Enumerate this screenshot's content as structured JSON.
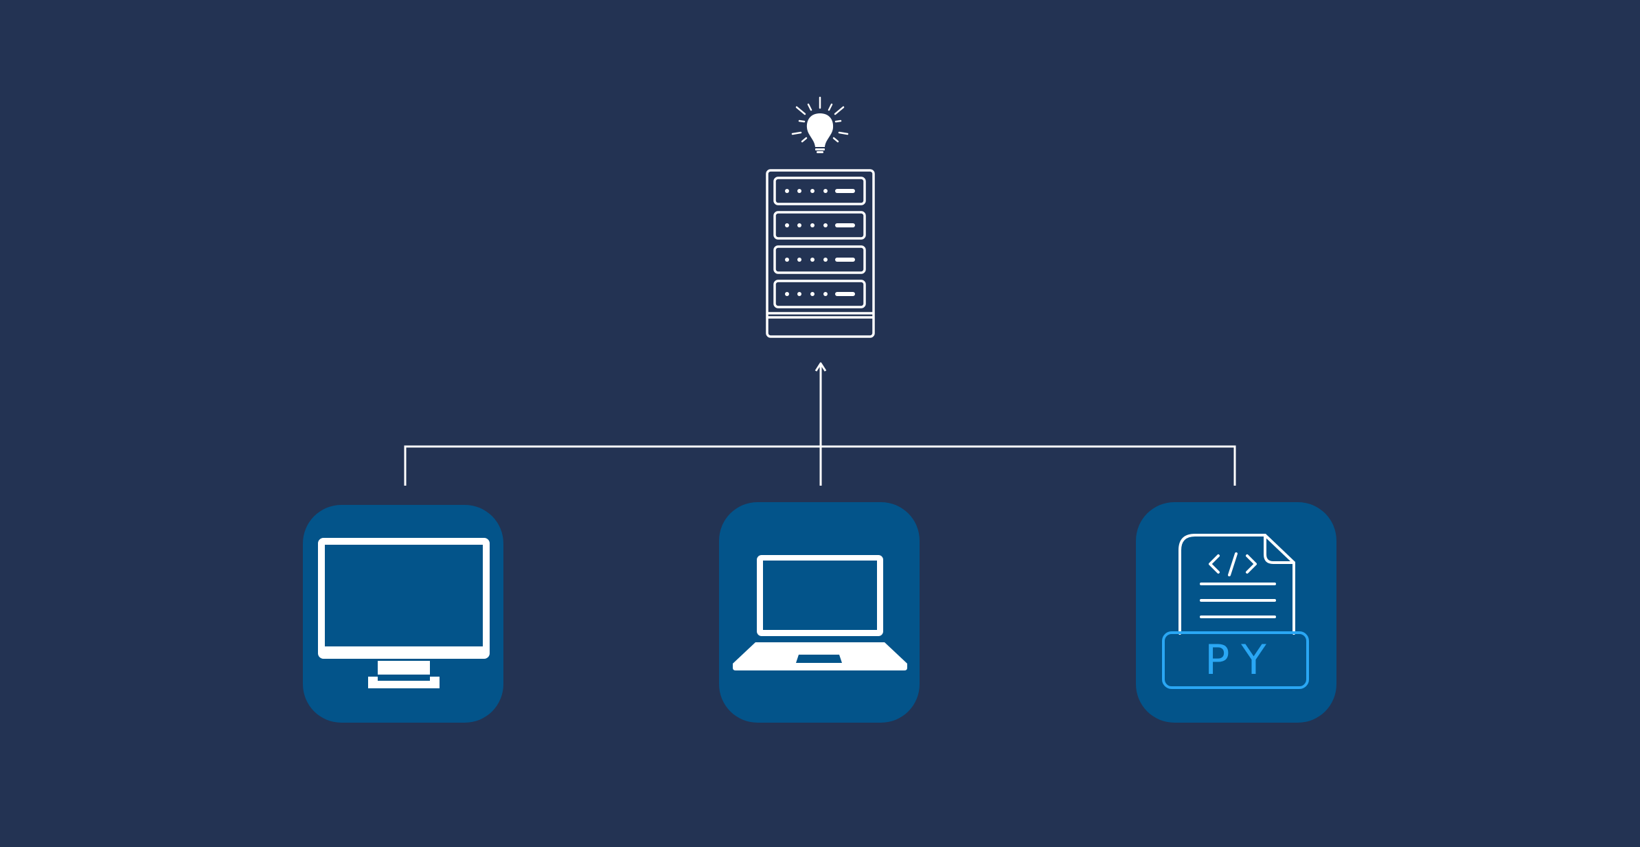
{
  "diagram": {
    "server": {
      "icon": "server-rack-icon",
      "badge_icon": "lightbulb-icon"
    },
    "connector": {
      "icon": "arrow-up-icon"
    },
    "clients": [
      {
        "id": "desktop",
        "icon": "desktop-monitor-icon"
      },
      {
        "id": "laptop",
        "icon": "laptop-icon"
      },
      {
        "id": "python",
        "icon": "python-file-icon",
        "label": "PY"
      }
    ]
  },
  "colors": {
    "background": "#233353",
    "tile": "#03548a",
    "line": "#ffffff",
    "py_accent": "#2aa7f4"
  }
}
